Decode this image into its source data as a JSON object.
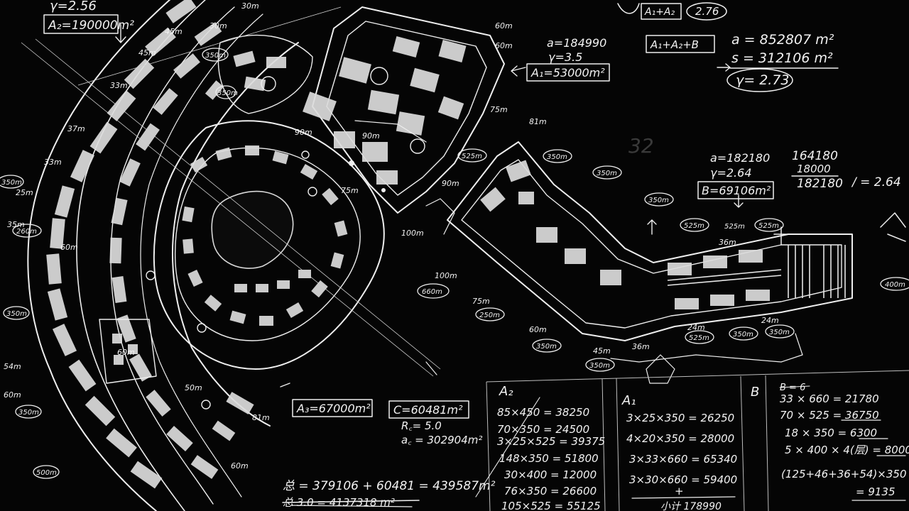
{
  "colors": {
    "background": "#050505",
    "ink": "#f2f2f2"
  },
  "top_left": {
    "ratio": "γ=2.56",
    "area_box": "A₂=190000m²"
  },
  "top_center": {
    "a_value": "a=184990",
    "ratio": "γ=3.5",
    "area_box": "A₁=53000m²"
  },
  "top_right": {
    "box_small": "A₁+A₂",
    "ratio_box": "2.76",
    "sum_box": "A₁+A₂+B",
    "a_total": "a = 852807 m²",
    "s_total": "s = 312106 m²",
    "ratio_total": "γ= 2.73"
  },
  "right_mid": {
    "a_value": "a=182180",
    "ratio": "γ=2.64",
    "area_box": "B=69106m²",
    "frac_top": "164180",
    "frac_plus": "18000",
    "frac_bottom": "182180",
    "result": "/ = 2.64",
    "faint_number": "32"
  },
  "lower_center": {
    "a3_box": "A₃=67000m²",
    "c_box": "C=60481m²",
    "rc": "R꜀= 5.0",
    "ac": "a꜀ = 302904m²",
    "total_line": "总 = 379106 + 60481 = 439587m²",
    "struck_line": "总 3.0 = 4137318 m²"
  },
  "table_a2": {
    "header": "A₂",
    "rows": [
      "85×450 = 38250",
      "70×350 = 24500",
      "3×25×525 = 39375",
      "148×350 = 51800",
      "30×400 = 12000",
      "76×350 = 26600",
      "105×525 = 55125"
    ]
  },
  "table_a1": {
    "header": "A₁",
    "rows": [
      "3×25×350 = 26250",
      "4×20×350 = 28000",
      "3×33×660 = 65340",
      "3×30×660 = 59400",
      "+",
      "小计  178990"
    ]
  },
  "table_b": {
    "header": "B",
    "sub_header": "B = 6",
    "rows": [
      "33 × 660 = 21780",
      "70 × 525 = 36750",
      "18 × 350 = 6300",
      "5 × 400 × 4(层) = 8000",
      "(125+46+36+54)×350",
      "= 9135"
    ]
  },
  "plan_labels": {
    "dist_labels": [
      "45m",
      "33m",
      "37m",
      "33m",
      "60m",
      "25m",
      "35m",
      "45m",
      "30m",
      "30m",
      "60m",
      "54m",
      "60m",
      "50m",
      "81m",
      "60m",
      "75m",
      "90m",
      "90m",
      "100m",
      "100m",
      "75m",
      "75m",
      "90m",
      "81m",
      "60m",
      "60m",
      "60m",
      "36m",
      "36m",
      "45m",
      "24m",
      "24m"
    ],
    "oval_labels": [
      "525m",
      "350m",
      "350m",
      "525m",
      "350m",
      "260m",
      "350m",
      "660m",
      "250m",
      "350m",
      "350m",
      "525m",
      "525m",
      "525m",
      "350m",
      "350m",
      "350m",
      "350m",
      "350m",
      "350m",
      "400m",
      "500m"
    ]
  }
}
